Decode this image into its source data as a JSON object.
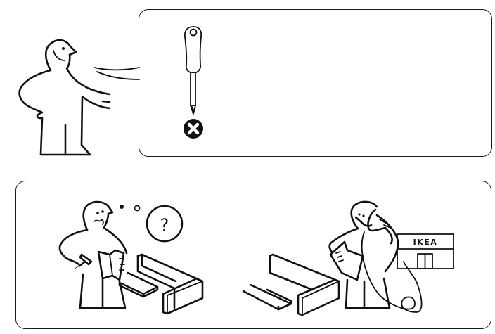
{
  "instructions": {
    "top_panel": {
      "figure": "pointing-man",
      "tool": "screwdriver-icon",
      "tool_type": "Phillips screwdriver",
      "status_icon": "not-included-x-icon",
      "meaning": "Tool not included"
    },
    "bottom_panel": {
      "left_scene": {
        "figure": "confused-man-with-hammer",
        "thought_symbol": "?",
        "items": [
          "manual",
          "hammer",
          "furniture-parts"
        ]
      },
      "right_scene": {
        "figure": "man-on-phone",
        "store_sign": "IKEA",
        "items": [
          "manual",
          "phone",
          "furniture-parts",
          "store-building"
        ]
      }
    }
  },
  "colors": {
    "line": "#111111",
    "background": "#ffffff"
  }
}
